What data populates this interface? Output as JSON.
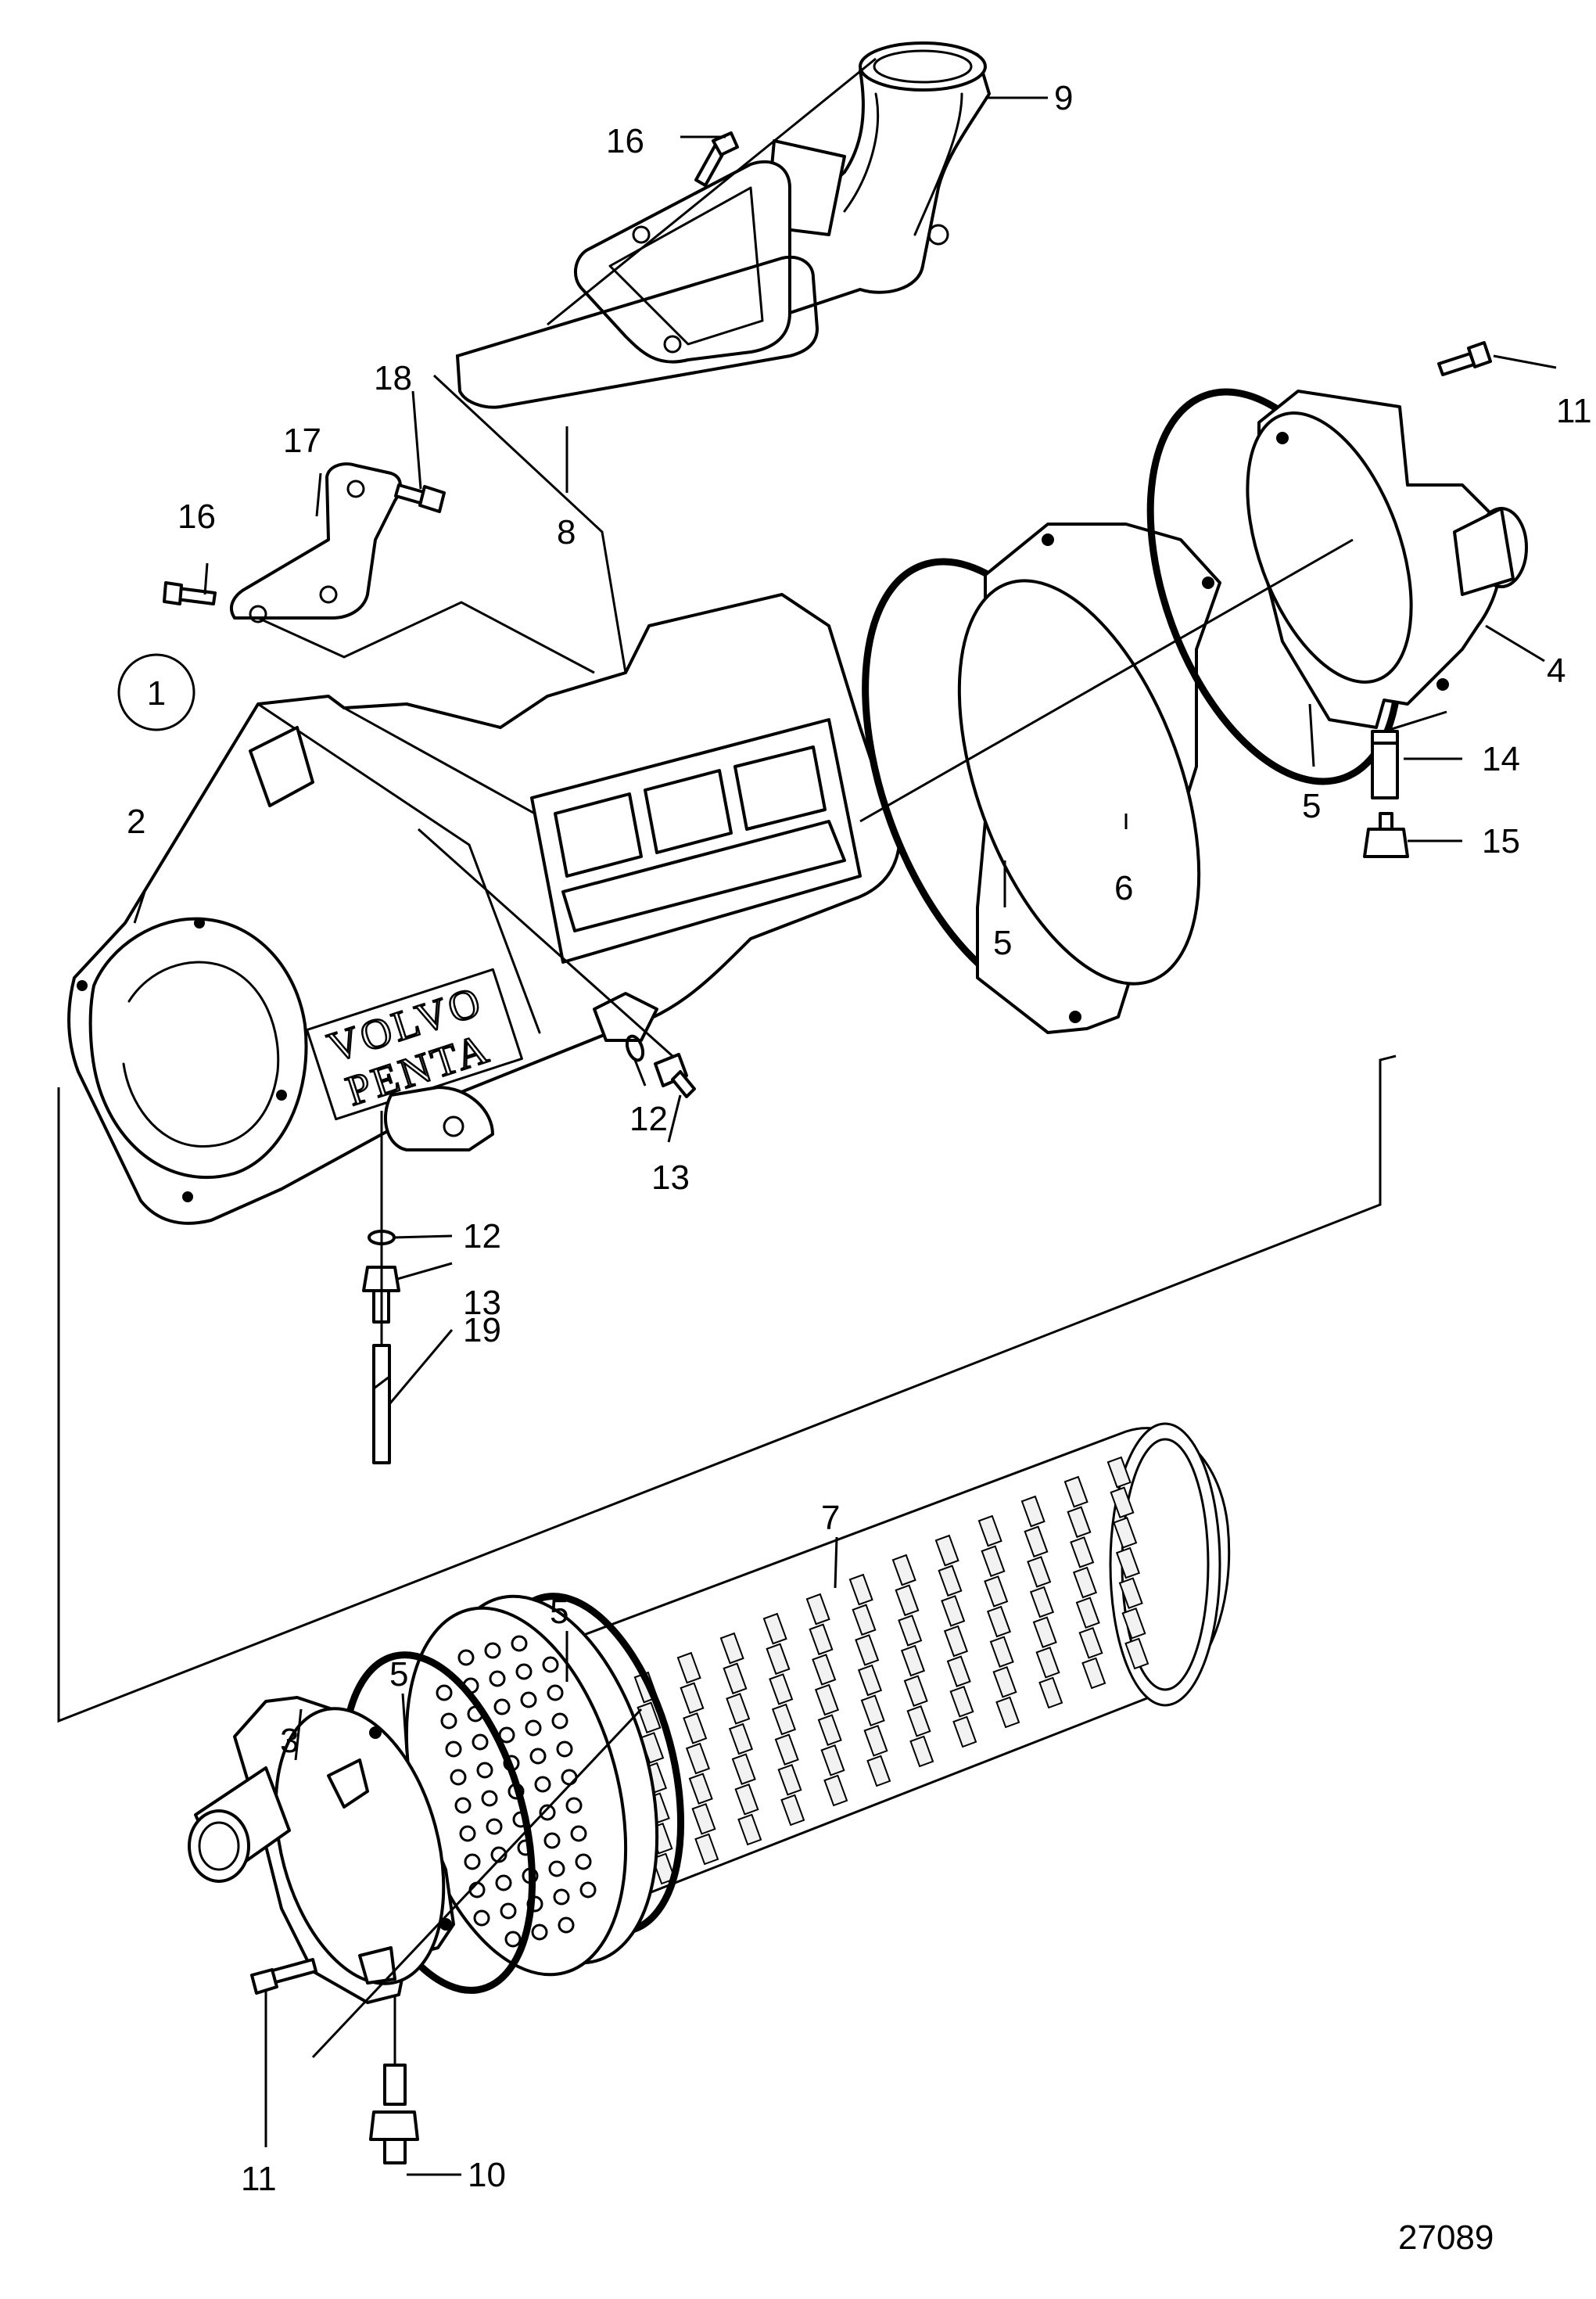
{
  "title": "",
  "colors": {
    "line": "#000000",
    "background": "#ffffff"
  },
  "group_marker": "1",
  "drawing_number": "27089",
  "logo_text": {
    "line1": "VOLVO",
    "line2": "PENTA"
  },
  "callouts": {
    "c2": "2",
    "c3": "3",
    "c4": "4",
    "c5a": "5",
    "c5b": "5",
    "c5c": "5",
    "c5d": "5",
    "c6": "6",
    "c7": "7",
    "c8": "8",
    "c9": "9",
    "c10": "10",
    "c11a": "11",
    "c11b": "11",
    "c12a": "12",
    "c12b": "12",
    "c13a": "13",
    "c13b": "13",
    "c14": "14",
    "c15": "15",
    "c16a": "16",
    "c16b": "16",
    "c17": "17",
    "c18": "18",
    "c19": "19"
  }
}
